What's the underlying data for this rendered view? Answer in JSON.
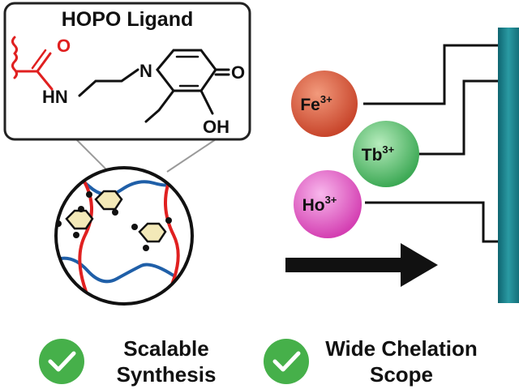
{
  "ligand_box": {
    "title": "HOPO Ligand",
    "atoms": {
      "o_carbonyl": "O",
      "hn": "HN",
      "n_ring": "N",
      "o_ring": "O",
      "oh": "OH"
    }
  },
  "ions": [
    {
      "name": "Fe",
      "charge": "3+",
      "color": "#d9583c"
    },
    {
      "name": "Tb",
      "charge": "3+",
      "color": "#5fc170"
    },
    {
      "name": "Ho",
      "charge": "3+",
      "color": "#e85fc8"
    }
  ],
  "benefits": [
    {
      "line1": "Scalable",
      "line2": "Synthesis"
    },
    {
      "line1": "Wide Chelation",
      "line2": "Scope"
    }
  ],
  "colors": {
    "polymer_red": "#e02020",
    "polymer_blue": "#1f5fa8",
    "check_green": "#46b04a",
    "panel_teal": "#1a7a84"
  }
}
